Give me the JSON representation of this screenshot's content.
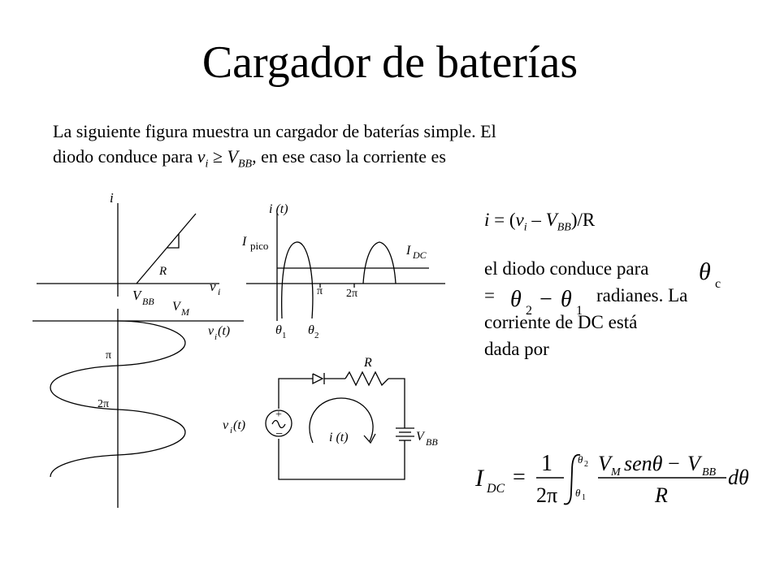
{
  "title": "Cargador de baterías",
  "intro": {
    "line1": "La siguiente figura muestra un cargador de baterías simple. El",
    "line2_pre": "diodo conduce para ",
    "v": "v",
    "i": "i",
    "geq": " ≥ ",
    "V": "V",
    "BB": "BB",
    "line2_post": ", en ese caso la corriente es"
  },
  "formula": {
    "i": "i",
    "eq": " = (",
    "v": "v",
    "sub_i": "i",
    "dash": " – ",
    "V": "V",
    "BB": "BB",
    "close": ")/R"
  },
  "side": {
    "line1": "el diodo conduce para",
    "line2_pre": "=",
    "line2_post": "radianes. La",
    "line3": "corriente de DC está",
    "line4": "dada por"
  },
  "theta_c": {
    "theta": "θ",
    "sub": "c"
  },
  "theta_diff": {
    "theta": "θ",
    "two": "2",
    "minus": "−",
    "one": "1"
  },
  "graph_vi": {
    "y_axis": "i",
    "x_axis": "v",
    "x_sub": "i",
    "slope_label": "R",
    "vbb": "V",
    "vbb_sub": "BB"
  },
  "graph_current": {
    "y_axis": "i (t)",
    "ipico": "I",
    "ipico_sub": "pico",
    "idc": "I",
    "idc_sub": "DC",
    "pi": "π",
    "two_pi": "2π",
    "theta": "θ",
    "t1": "1",
    "t2": "2"
  },
  "graph_voltage": {
    "vm": "V",
    "vm_sub": "M",
    "vi_t": "v",
    "vi_sub": "i",
    "vi_t_suffix": " (t)",
    "pi": "π",
    "two_pi": "2π"
  },
  "circuit": {
    "resistor": "R",
    "source": "v",
    "source_sub": "i",
    "source_suffix": " (t)",
    "current": "i (t)",
    "battery": "V",
    "battery_sub": "BB"
  },
  "integral": {
    "I": "I",
    "DC": "DC",
    "eq": "=",
    "one": "1",
    "two_pi": "2π",
    "up": "θ",
    "up_sub": "2",
    "low": "θ",
    "low_sub": "1",
    "num_V": "V",
    "num_M": "M",
    "num_sen": "senθ",
    "num_minus": " −",
    "num_V2": "V",
    "num_BB": "BB",
    "den": "R",
    "d": "dθ"
  }
}
